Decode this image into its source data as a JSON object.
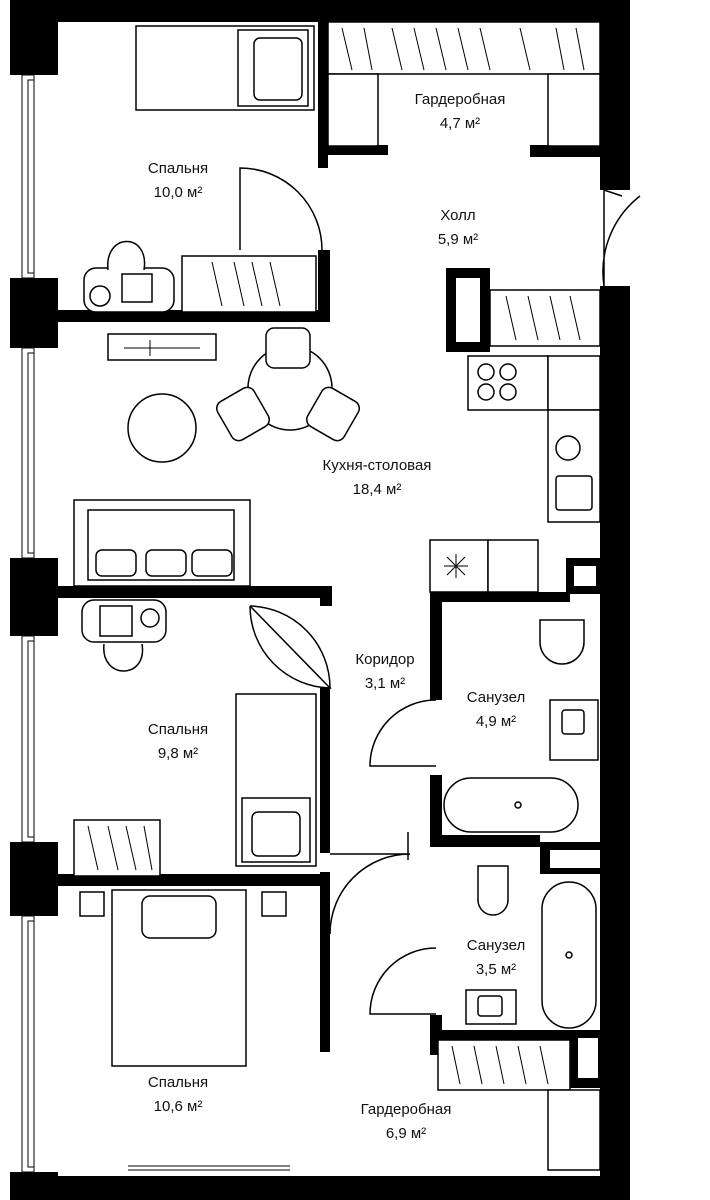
{
  "plan": {
    "wall_color": "#000000",
    "background": "#ffffff",
    "rooms": [
      {
        "id": "bedroom-1",
        "name": "Спальня",
        "area": "10,0 м²"
      },
      {
        "id": "wardrobe-1",
        "name": "Гардеробная",
        "area": "4,7 м²"
      },
      {
        "id": "hall",
        "name": "Холл",
        "area": "5,9 м²"
      },
      {
        "id": "kitchen",
        "name": "Кухня-столовая",
        "area": "18,4 м²"
      },
      {
        "id": "corridor",
        "name": "Коридор",
        "area": "3,1 м²"
      },
      {
        "id": "bathroom-1",
        "name": "Санузел",
        "area": "4,9 м²"
      },
      {
        "id": "bedroom-2",
        "name": "Спальня",
        "area": "9,8 м²"
      },
      {
        "id": "bathroom-2",
        "name": "Санузел",
        "area": "3,5 м²"
      },
      {
        "id": "bedroom-3",
        "name": "Спальня",
        "area": "10,6 м²"
      },
      {
        "id": "wardrobe-2",
        "name": "Гардеробная",
        "area": "6,9 м²"
      }
    ]
  }
}
